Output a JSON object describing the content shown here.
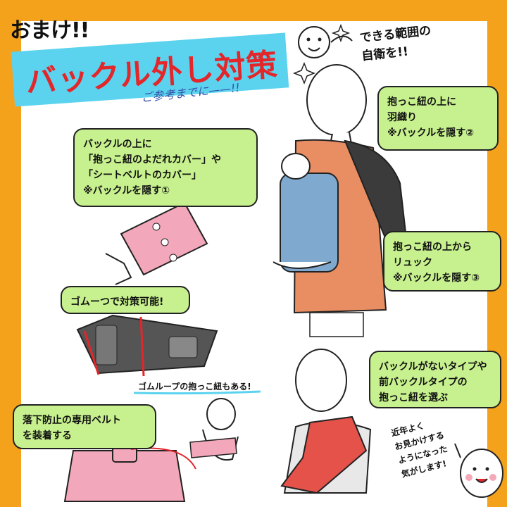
{
  "header": {
    "omake": "おまけ!!",
    "title": "バックル外し対策",
    "subtitle": "ご参考までに——!!"
  },
  "callout_top": "できる範囲の\n自衛を!!",
  "bubbles": {
    "cover": "バックルの上に\n「抱っこ紐のよだれカバー」や\n「シートベルトのカバー」\n※バックルを隠す①",
    "haori": "抱っこ紐の上に\n羽織り\n※バックルを隠す②",
    "rucksack": "抱っこ紐の上から\nリュック\n※バックルを隠す③",
    "no_buckle": "バックルがないタイプや\n前バックルタイプの\n抱っこ紐を選ぶ",
    "rubber": "ゴムーつで対策可能!",
    "belt": "落下防止の専用ベルト\nを装着する"
  },
  "strip_label": "ゴムループの抱っこ紐もある!",
  "bottom_note": "近年よく\nお見かけする\nようになった\n気がします!",
  "colors": {
    "background": "#f4a21c",
    "banner": "#5cd3ee",
    "title": "#e3262a",
    "bubble": "#c7f08e",
    "jacket": "#e98e62",
    "carrier": "#7fa9cf",
    "pink": "#f2a8ba"
  }
}
